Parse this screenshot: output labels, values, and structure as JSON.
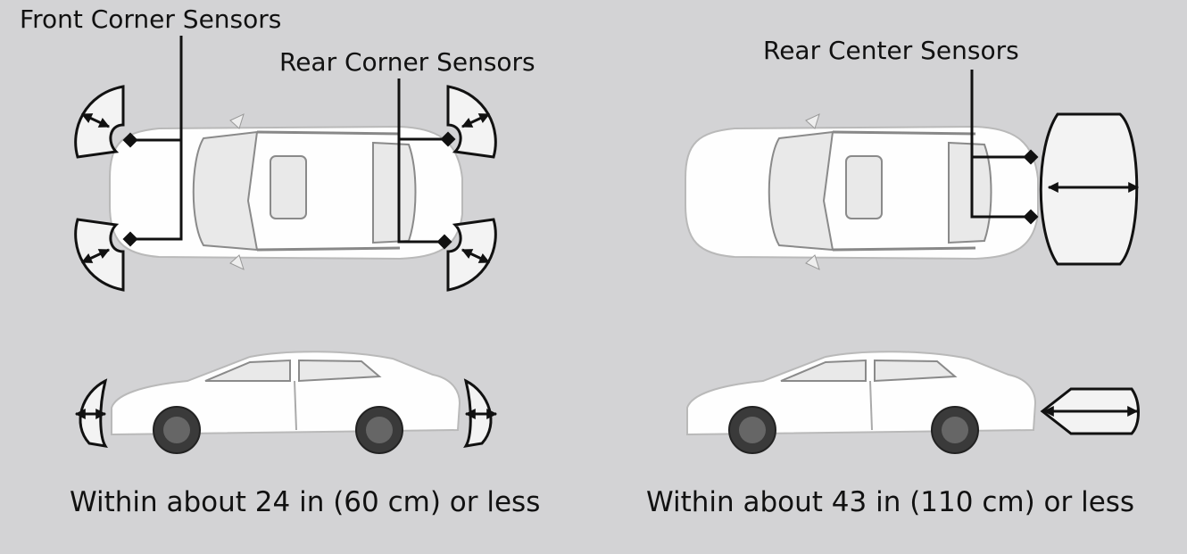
{
  "labels": {
    "front_corner": "Front Corner Sensors",
    "rear_corner": "Rear Corner Sensors",
    "rear_center": "Rear Center Sensors"
  },
  "captions": {
    "corner_range": "Within about 24 in (60 cm) or less",
    "center_range": "Within about 43 in (110 cm) or less"
  },
  "colors": {
    "background": "#d3d3d5",
    "zone_fill": "#f3f3f3",
    "line": "#111111"
  }
}
